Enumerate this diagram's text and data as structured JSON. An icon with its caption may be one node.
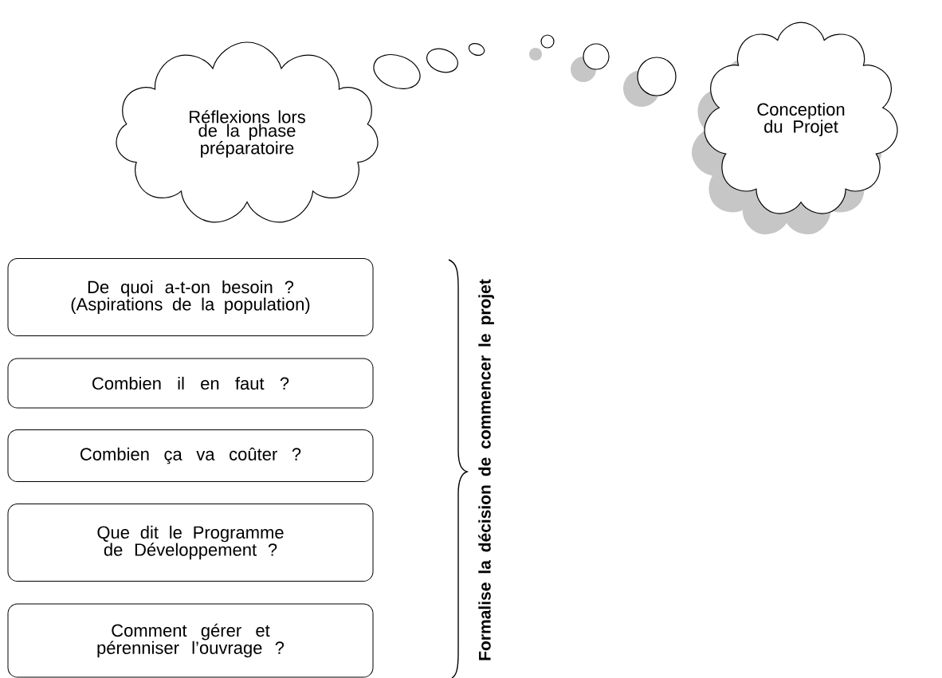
{
  "diagram": {
    "nodes": [
      {
        "text": [
          "Réflexions lors de la phase préparatoire"
        ]
      },
      {
        "text": [
          "Conception du Projet"
        ]
      },
      {
        "text": [
          "De quoi a-t-on besoin ? (Aspirations de la population)"
        ]
      },
      {
        "text": [
          "Combien il en faut ?"
        ]
      },
      {
        "text": [
          "Combien ça va coûter ?"
        ]
      },
      {
        "text": [
          "Que dit le Programme de Développement ?"
        ]
      },
      {
        "text": [
          "Comment gérer et pérenniser l’ouvrage ?"
        ]
      }
    ],
    "labels": [
      "Formalise la décision de commencer le projet"
    ]
  }
}
